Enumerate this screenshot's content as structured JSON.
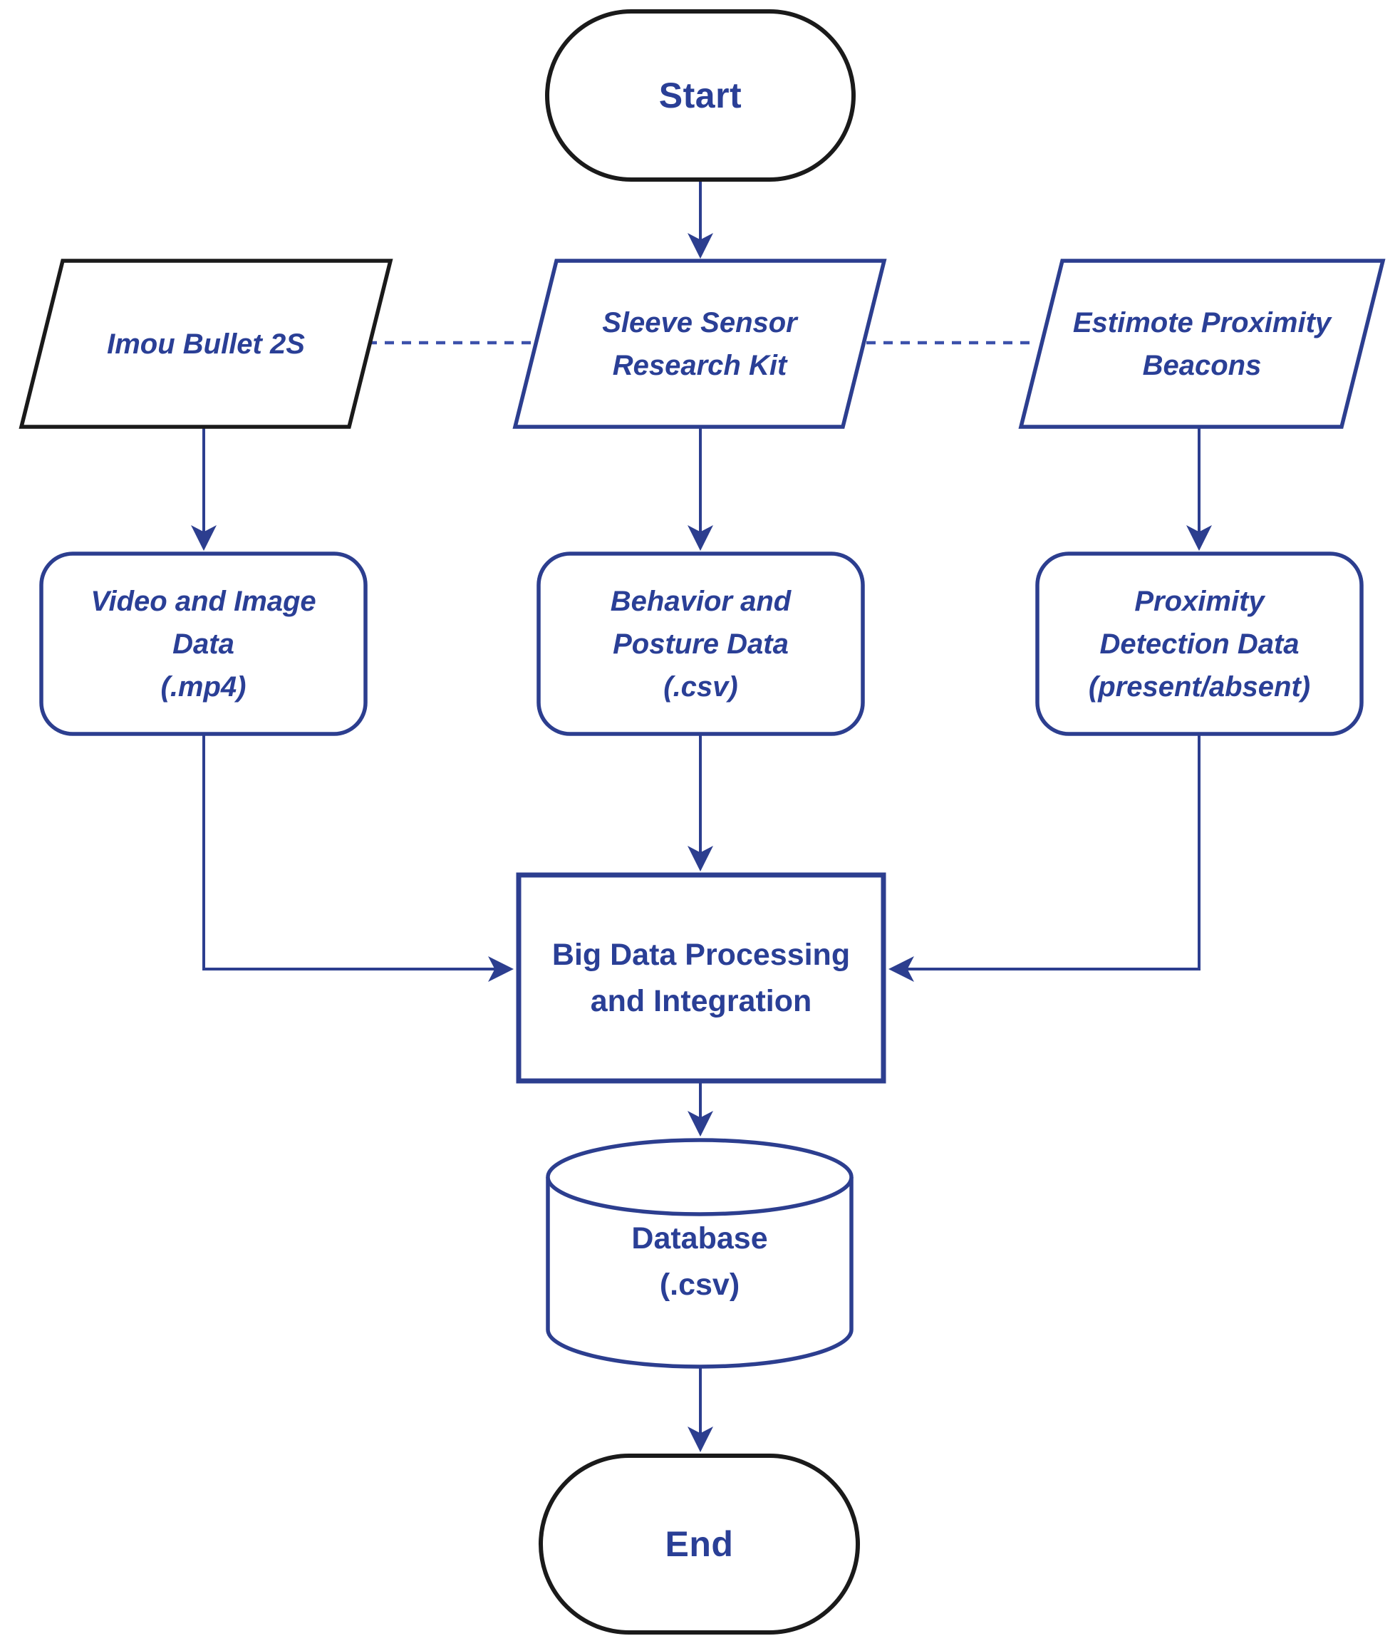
{
  "diagram": {
    "type": "flowchart",
    "background": "#FFFFFF",
    "colors": {
      "node_stroke_blue": "#2C3E8F",
      "node_stroke_black": "#1A1A1A",
      "text_blue": "#2A3F96",
      "dashed_link_blue": "#3C51AB",
      "node_fill": "#FFFFFF"
    },
    "nodes": {
      "start": {
        "shape": "terminator",
        "border": "black",
        "label": "Start"
      },
      "imou": {
        "shape": "parallelogram",
        "border": "black",
        "lines": [
          "Imou Bullet 2S"
        ]
      },
      "sleeve": {
        "shape": "parallelogram",
        "border": "blue",
        "lines": [
          "Sleeve Sensor",
          "Research Kit"
        ]
      },
      "estimote": {
        "shape": "parallelogram",
        "border": "blue",
        "lines": [
          "Estimote Proximity",
          "Beacons"
        ]
      },
      "video": {
        "shape": "rounded-rect",
        "border": "blue",
        "lines": [
          "Video and Image",
          "Data",
          "(.mp4)"
        ]
      },
      "behavior": {
        "shape": "rounded-rect",
        "border": "blue",
        "lines": [
          "Behavior and",
          "Posture Data",
          "(.csv)"
        ]
      },
      "proximity": {
        "shape": "rounded-rect",
        "border": "blue",
        "lines": [
          "Proximity",
          "Detection Data",
          "(present/absent)"
        ]
      },
      "bigdata": {
        "shape": "rectangle",
        "border": "blue",
        "lines": [
          "Big Data Processing",
          "and Integration"
        ]
      },
      "database": {
        "shape": "cylinder",
        "border": "blue",
        "lines": [
          "Database",
          "(.csv)"
        ]
      },
      "end": {
        "shape": "terminator",
        "border": "black",
        "label": "End"
      }
    },
    "edges": [
      {
        "from": "start",
        "to": "sleeve",
        "style": "solid-arrow"
      },
      {
        "from": "imou",
        "to": "sleeve",
        "style": "dashed-no-arrow"
      },
      {
        "from": "sleeve",
        "to": "estimote",
        "style": "dashed-no-arrow"
      },
      {
        "from": "imou",
        "to": "video",
        "style": "solid-arrow"
      },
      {
        "from": "sleeve",
        "to": "behavior",
        "style": "solid-arrow"
      },
      {
        "from": "estimote",
        "to": "proximity",
        "style": "solid-arrow"
      },
      {
        "from": "video",
        "to": "bigdata",
        "style": "solid-arrow-elbow"
      },
      {
        "from": "behavior",
        "to": "bigdata",
        "style": "solid-arrow"
      },
      {
        "from": "proximity",
        "to": "bigdata",
        "style": "solid-arrow-elbow"
      },
      {
        "from": "bigdata",
        "to": "database",
        "style": "solid-arrow"
      },
      {
        "from": "database",
        "to": "end",
        "style": "solid-arrow"
      }
    ]
  }
}
